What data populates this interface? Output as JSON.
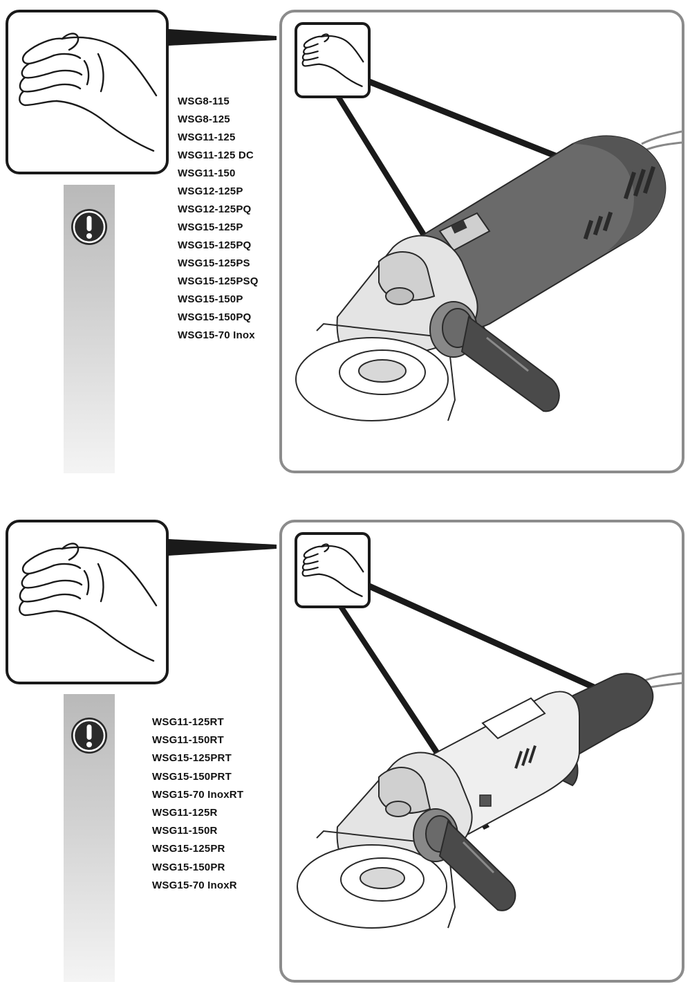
{
  "sections": [
    {
      "id": "top",
      "models": [
        "WSG8-115",
        "WSG8-125",
        "WSG11-125",
        "WSG11-125 DC",
        "WSG11-150",
        "WSG12-125P",
        "WSG12-125PQ",
        "WSG15-125P",
        "WSG15-125PQ",
        "WSG15-125PS",
        "WSG15-125PSQ",
        "WSG15-150P",
        "WSG15-150PQ",
        "WSG15-70 Inox"
      ]
    },
    {
      "id": "bottom",
      "models": [
        "WSG11-125RT",
        "WSG11-150RT",
        "WSG15-125PRT",
        "WSG15-150PRT",
        "WSG15-70 InoxRT",
        "WSG11-125R",
        "WSG11-150R",
        "WSG15-125PR",
        "WSG15-150PR",
        "WSG15-70 InoxR"
      ]
    }
  ],
  "icons": {
    "warning": "exclamation-circle-icon",
    "hand": "hand-icon",
    "tool": "angle-grinder-illustration"
  },
  "colors": {
    "frame": "#1a1a1a",
    "panel_border": "#8c8c8c",
    "tool_dark": "#4a4a4a",
    "tool_mid": "#6a6a6a",
    "tool_light": "#cfcfcf"
  }
}
